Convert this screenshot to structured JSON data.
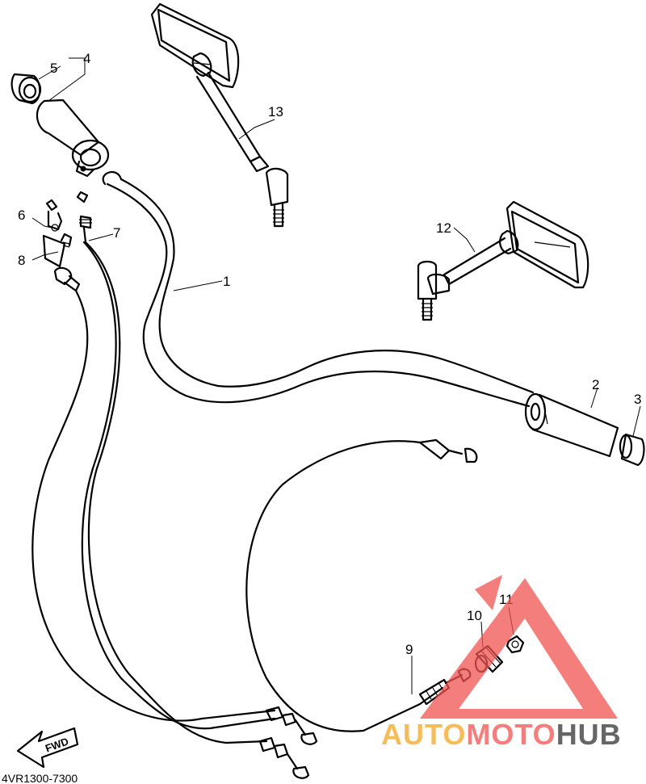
{
  "callouts": {
    "p1": "1",
    "p2": "2",
    "p3": "3",
    "p4": "4",
    "p5": "5",
    "p6": "6",
    "p7": "7",
    "p8": "8",
    "p9": "9",
    "p10": "10",
    "p11": "11",
    "p12": "12",
    "p13": "13"
  },
  "fwd_label": "FWD",
  "catalog_code": "4VR1300-7300",
  "watermark": {
    "part_a": "AUTO",
    "part_b": "MOTO",
    "part_c": "HUB",
    "color_a": "#f5a623",
    "color_b": "#ef5350",
    "color_c": "#333333"
  }
}
